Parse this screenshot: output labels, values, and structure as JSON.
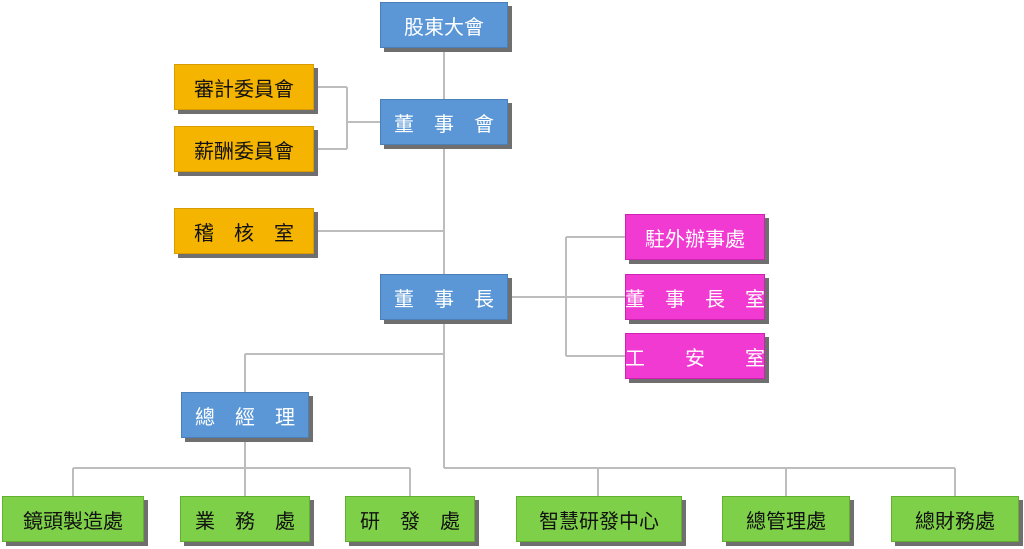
{
  "nodes": {
    "shareholders": "股東大會",
    "board": "董　事　會",
    "audit_committee": "審計委員會",
    "compensation_committee": "薪酬委員會",
    "internal_audit": "稽　核　室",
    "chairman": "董　事　長",
    "liaison_office": "駐外辦事處",
    "chairman_office": "董　事　長　室",
    "safety_office": "工　　安　　室",
    "general_manager": "總　經　理",
    "lens_manufacturing": "鏡頭製造處",
    "sales": "業　務　處",
    "rd": "研　發　處",
    "smart_rd_center": "智慧研發中心",
    "general_admin": "總管理處",
    "finance": "總財務處"
  },
  "colors": {
    "governance": "#5b97d6",
    "committee": "#f5b400",
    "chairman_unit": "#f13ad2",
    "division": "#7ed048",
    "connector": "#bdbdbd"
  }
}
